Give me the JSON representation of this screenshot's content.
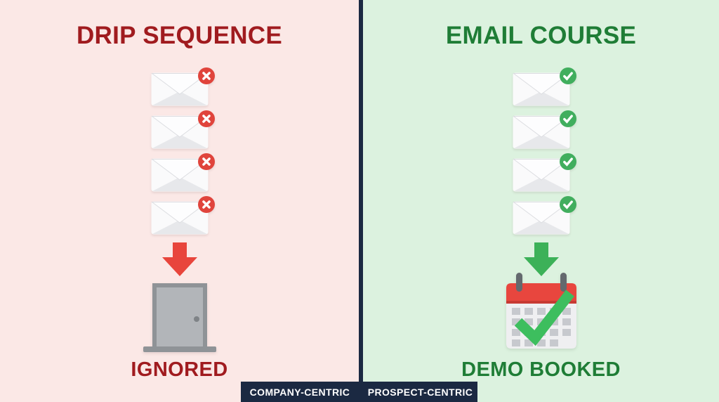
{
  "left_panel": {
    "title": "DRIP SEQUENCE",
    "email_count": 4,
    "email_status": "rejected",
    "badge_icon": "x-circle-icon",
    "outcome_icon": "door-icon",
    "result_label": "IGNORED"
  },
  "right_panel": {
    "title": "EMAIL COURSE",
    "email_count": 4,
    "email_status": "accepted",
    "badge_icon": "check-circle-icon",
    "outcome_icon": "calendar-check-icon",
    "result_label": "DEMO BOOKED"
  },
  "footer": {
    "left_label": "COMPANY-CENTRIC",
    "right_label": "PROSPECT-CENTRIC"
  },
  "colors": {
    "left_bg": "#fbe8e6",
    "right_bg": "#dcf2df",
    "navy": "#1b2942",
    "red_title": "#a01b1f",
    "green_title": "#1f7d36",
    "badge_red": "#e0443c",
    "badge_green": "#41ae5e",
    "arrow_red": "#e8453c",
    "arrow_green": "#3cb158"
  }
}
